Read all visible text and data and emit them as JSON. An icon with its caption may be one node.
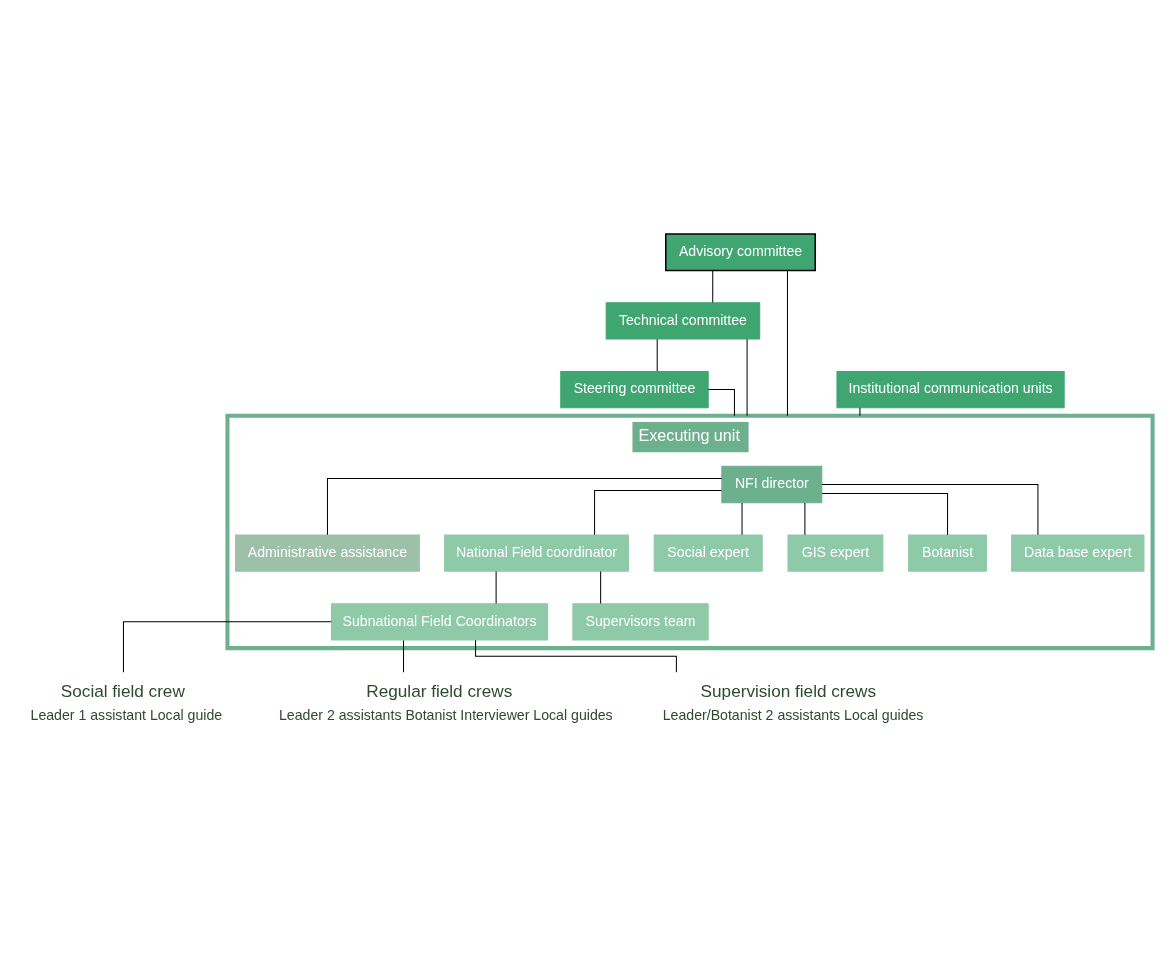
{
  "diagram": {
    "nodes": [
      {
        "text": [
          "Advisory committee"
        ]
      },
      {
        "text": [
          "Technical committee"
        ]
      },
      {
        "text": [
          "Steering committee"
        ]
      },
      {
        "text": [
          "Executing unit"
        ]
      },
      {
        "text": [
          "NFI director"
        ],
        "in": 3
      },
      {
        "text": [
          "Administrative assistance"
        ],
        "in": 3
      },
      {
        "text": [
          "National Field coordinator"
        ],
        "in": 3
      },
      {
        "text": [
          "Social expert"
        ],
        "in": 3
      },
      {
        "text": [
          "GIS expert"
        ],
        "in": 3
      },
      {
        "text": [
          "Botanist"
        ],
        "in": 3
      },
      {
        "text": [
          "Data base expert"
        ],
        "in": 3
      },
      {
        "text": [
          "Subnational Field Coordinators"
        ],
        "in": 3
      },
      {
        "text": [
          "Supervisors team"
        ],
        "in": 3
      },
      {
        "text": [
          "Institutional communication units"
        ]
      },
      {
        "text": [
          "Social field crew",
          "Leader 1 assistant Local guide"
        ]
      },
      {
        "text": [
          "Regular field crews",
          "Leader 2 assistants Botanist Interviewer Local guides"
        ]
      },
      {
        "text": [
          "Supervision field crews",
          "Leader/Botanist 2 assistants Local guides"
        ]
      }
    ],
    "edges": [
      {
        "from": 0,
        "to": 1,
        "arrow": "none"
      },
      {
        "from": 1,
        "to": 2,
        "arrow": "none"
      },
      {
        "from": 1,
        "to": 3,
        "arrow": "none"
      },
      {
        "from": 2,
        "to": 3,
        "arrow": "none"
      },
      {
        "from": 0,
        "to": 3,
        "arrow": "none"
      },
      {
        "from": 4,
        "to": 5,
        "arrow": "none"
      },
      {
        "from": 4,
        "to": 6,
        "arrow": "none"
      },
      {
        "from": 4,
        "to": 7,
        "arrow": "none"
      },
      {
        "from": 4,
        "to": 8,
        "arrow": "none"
      },
      {
        "from": 4,
        "to": 9,
        "arrow": "none"
      },
      {
        "from": 4,
        "to": 10,
        "arrow": "none"
      },
      {
        "from": 6,
        "to": 11,
        "arrow": "none"
      },
      {
        "from": 6,
        "to": 12,
        "arrow": "none"
      },
      {
        "from": 13,
        "to": 3,
        "arrow": "none"
      },
      {
        "from": 11,
        "to": 14,
        "arrow": "none"
      },
      {
        "from": 11,
        "to": 15,
        "arrow": "none"
      },
      {
        "from": 11,
        "to": 16,
        "arrow": "none"
      }
    ]
  }
}
